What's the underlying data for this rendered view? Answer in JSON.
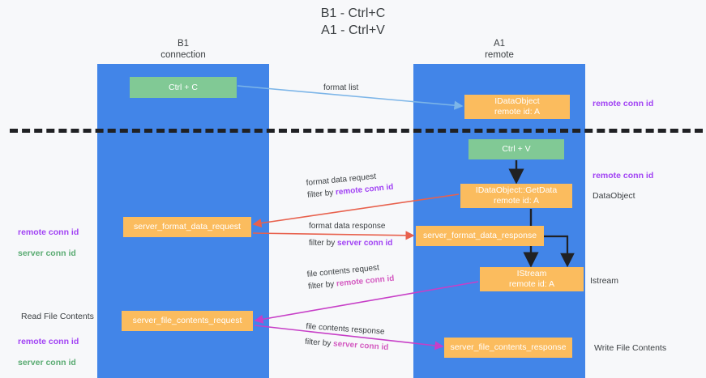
{
  "title": "B1 - Ctrl+C\nA1 - Ctrl+V",
  "lanes": [
    {
      "name": "b1",
      "header": "B1\nconnection",
      "color": "#4285e8"
    },
    {
      "name": "a1",
      "header": "A1\nremote",
      "color": "#4285e8"
    }
  ],
  "colors": {
    "lane": "#4285e8",
    "green_node": "#81c995",
    "orange_node": "#fbbc5e",
    "remote_conn_id": "#a142f4",
    "server_conn_id": "#5aab72",
    "arrow_blue": "#7cb5e8",
    "arrow_red": "#e8614d",
    "arrow_magenta": "#c73fc7",
    "arrow_black": "#202124",
    "divider": "#202124",
    "background": "#f7f8fa"
  },
  "nodes": {
    "ctrl_c": "Ctrl + C",
    "idataobject": "IDataObject\nremote id: A",
    "ctrl_v": "Ctrl + V",
    "getdata": "IDataObject::GetData\nremote id: A",
    "server_format_data_request": "server_format_data_request",
    "server_format_data_response": "server_format_data_response",
    "istream": "IStream\nremote id: A",
    "server_file_contents_request": "server_file_contents_request",
    "server_file_contents_response": "server_file_contents_response"
  },
  "edge_labels": {
    "format_list": "format list",
    "format_data_request": "format data request",
    "format_data_request_filter_prefix": "filter by ",
    "format_data_request_filter_key": "remote conn id",
    "format_data_response": "format data response",
    "format_data_response_filter_prefix": "filter by ",
    "format_data_response_filter_key": "server conn id",
    "file_contents_request": "file contents request",
    "file_contents_request_filter_prefix": "filter by ",
    "file_contents_request_filter_key": "remote conn id",
    "file_contents_response": "file contents response",
    "file_contents_response_filter_prefix": "filter by ",
    "file_contents_response_filter_key": "server conn id"
  },
  "annotations": {
    "remote_conn_id_top": "remote conn id",
    "remote_conn_id_mid": "remote conn id",
    "dataobject": "DataObject",
    "istream": "Istream",
    "write_file_contents": "Write File Contents",
    "read_file_contents": "Read File Contents",
    "left_remote_conn_id_1": "remote conn id",
    "left_server_conn_id_1": "server conn id",
    "left_remote_conn_id_2": "remote conn id",
    "left_server_conn_id_2": "server conn id"
  }
}
